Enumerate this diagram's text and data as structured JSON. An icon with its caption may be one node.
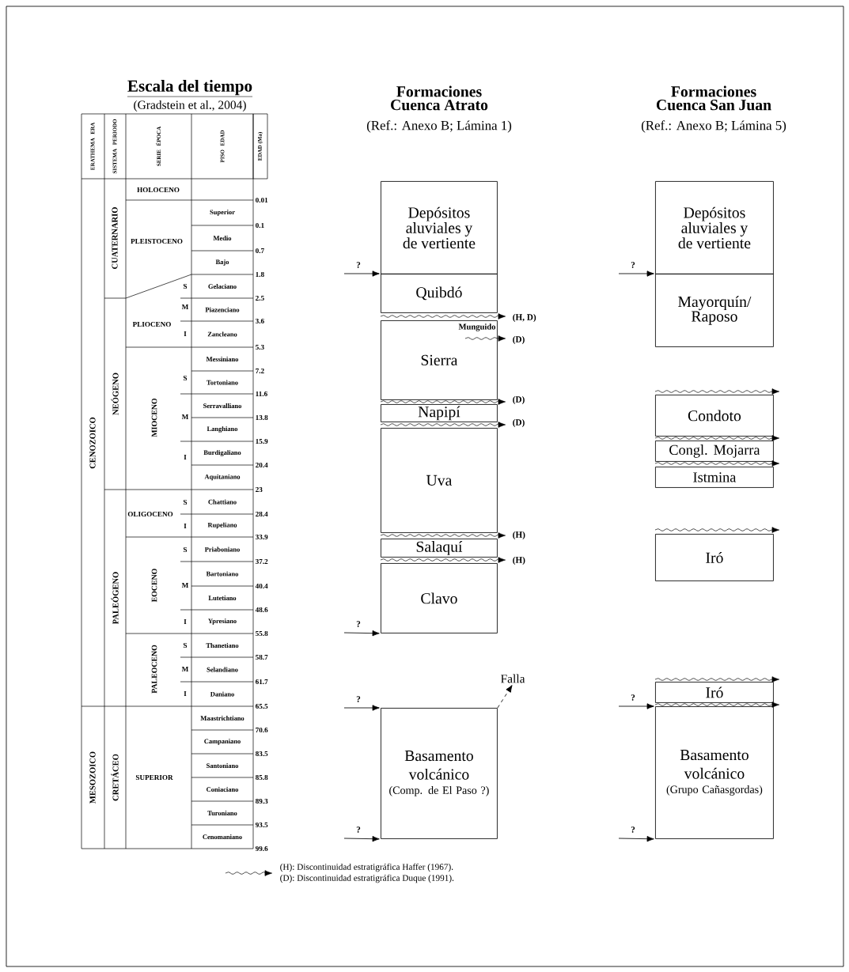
{
  "diagram": {
    "nodes": [
      {
        "text": [
          "Depósitos aluviales y de vertiente"
        ]
      },
      {
        "text": [
          "Quibdó"
        ]
      },
      {
        "text": [
          "Sierra"
        ]
      },
      {
        "text": [
          "Napipí"
        ]
      },
      {
        "text": [
          "Uva"
        ]
      },
      {
        "text": [
          "Salaquí"
        ]
      },
      {
        "text": [
          "Clavo"
        ]
      },
      {
        "text": [
          "Basamento volcánico",
          "(Comp. de El Paso ?)"
        ]
      },
      {
        "text": [
          "Falla"
        ]
      },
      {
        "text": [
          "Depósitos aluviales y de vertiente"
        ]
      },
      {
        "text": [
          "Mayorquín/ Raposo"
        ]
      },
      {
        "text": [
          "Condoto"
        ]
      },
      {
        "text": [
          "Congl. Mojarra"
        ]
      },
      {
        "text": [
          "Istmina"
        ]
      },
      {
        "text": [
          "Iró"
        ]
      },
      {
        "text": [
          "Iró"
        ]
      },
      {
        "text": [
          "Basamento volcánico",
          "(Grupo Cañasgordas)"
        ]
      }
    ],
    "edges": [
      {
        "from": null,
        "to": 1,
        "arrow": "to",
        "label": "?"
      },
      {
        "from": null,
        "to": 6,
        "arrow": "to",
        "label": "?"
      },
      {
        "from": null,
        "to": 7,
        "arrow": "to",
        "label": "?"
      },
      {
        "from": null,
        "to": 7,
        "arrow": "to",
        "label": "?"
      },
      {
        "from": 7,
        "to": 8,
        "arrow": "to",
        "style": "dashed"
      },
      {
        "from": null,
        "to": 10,
        "arrow": "to",
        "label": "?"
      },
      {
        "from": null,
        "to": 16,
        "arrow": "to",
        "label": "?"
      },
      {
        "from": null,
        "to": 16,
        "arrow": "to",
        "label": "?"
      }
    ],
    "labels": [
      "Escala del tiempo",
      "(Gradstein et al., 2004)",
      "Formaciones Cuenca Atrato",
      "(Ref.: Anexo B; Lámina 1)",
      "Formaciones Cuenca San Juan",
      "(Ref.: Anexo B; Lámina 5)",
      "ERATHEMA ERA",
      "SISTEMA PERIODO",
      "SERIE ÉPOCA",
      "PISO EDAD",
      "EDAD (Ma)",
      "CENOZOICO",
      "MESOZOICO",
      "CUATERNARIO",
      "NEÓGENO",
      "PALEÓGENO",
      "CRETÁCEO",
      "HOLOCENO",
      "PLEISTOCENO",
      "PLIOCENO",
      "MIOCENO",
      "OLIGOCENO",
      "EOCENO",
      "PALEOCENO",
      "SUPERIOR",
      "S",
      "M",
      "I",
      "S",
      "M",
      "I",
      "S",
      "I",
      "S",
      "M",
      "I",
      "S",
      "M",
      "I",
      "Superior",
      "Medio",
      "Bajo",
      "Gelaciano",
      "Piazenciano",
      "Zancleano",
      "Messiniano",
      "Tortoniano",
      "Serravalliano",
      "Langhiano",
      "Burdigaliano",
      "Aquitaniano",
      "Chattiano",
      "Rupeliano",
      "Priaboniano",
      "Bartoniano",
      "Lutetiano",
      "Ypresiano",
      "Thanetiano",
      "Selandiano",
      "Daniano",
      "Maastrichtiano",
      "Campaniano",
      "Santoniano",
      "Coniaciano",
      "Turoniano",
      "Cenomaniano",
      "0.01",
      "0.1",
      "0.7",
      "1.8",
      "2.5",
      "3.6",
      "5.3",
      "7.2",
      "11.6",
      "13.8",
      "15.9",
      "20.4",
      "23",
      "28.4",
      "33.9",
      "37.2",
      "40.4",
      "48.6",
      "55.8",
      "58.7",
      "61.7",
      "65.5",
      "70.6",
      "83.5",
      "85.8",
      "89.3",
      "93.5",
      "99.6",
      "(H, D)",
      "Munguido",
      "(D)",
      "(D)",
      "(D)",
      "(H)",
      "(H)"
    ],
    "legend": [
      {
        "text": "(H): Discontinuidad estratigráfica Haffer (1967)."
      },
      {
        "text": "(D): Discontinuidad estratigráfica Duque (1991)."
      }
    ]
  }
}
